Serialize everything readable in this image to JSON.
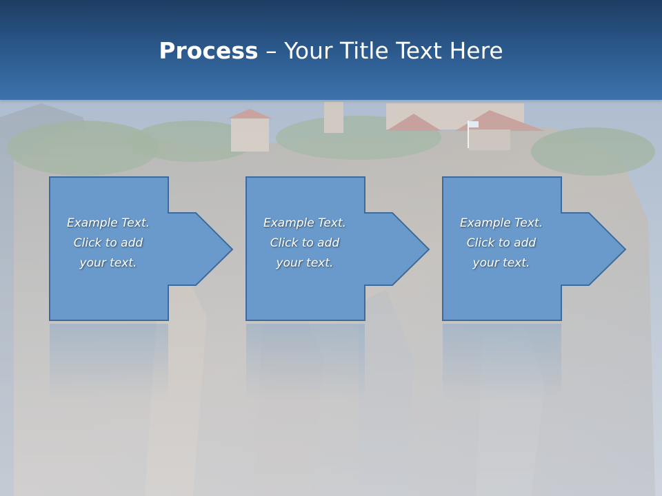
{
  "slide": {
    "title_bold": "Process",
    "title_rest": " – Your Title Text Here"
  },
  "steps": [
    {
      "line1": "Example Text.",
      "line2": "Click  to add",
      "line3": "your text."
    },
    {
      "line1": "Example Text.",
      "line2": "Click  to add",
      "line3": "your text."
    },
    {
      "line1": "Example Text.",
      "line2": "Click  to add",
      "line3": "your text."
    }
  ],
  "colors": {
    "header_top": "#1e3d63",
    "header_bottom": "#3c73ad",
    "shape_fill": "#6a9acb",
    "shape_stroke": "#3d6a9a",
    "text": "#ffffff"
  },
  "icons": [
    "arrow-right-icon"
  ]
}
